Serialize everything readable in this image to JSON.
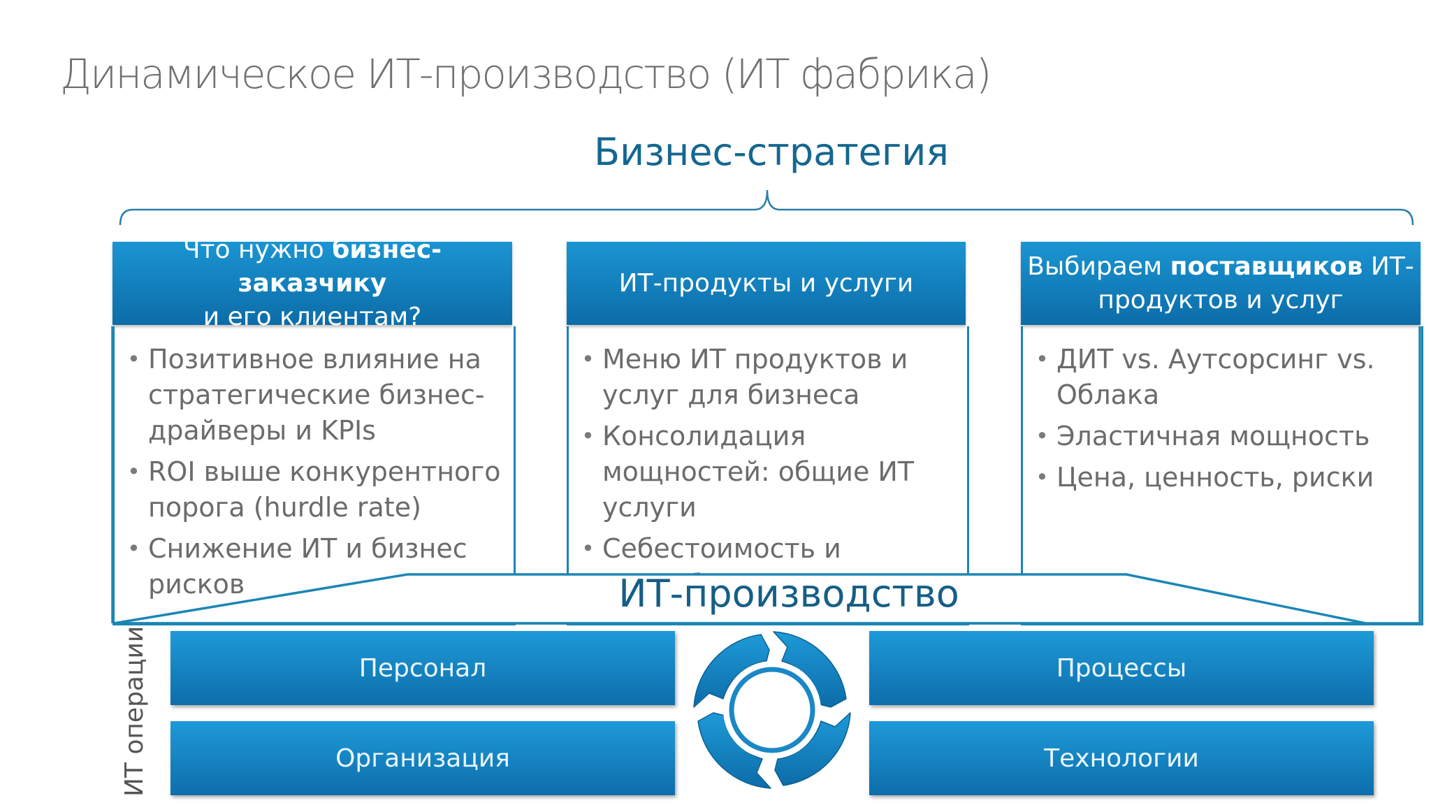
{
  "title": "Динамическое ИТ-производство (ИТ фабрика)",
  "strategy": "Бизнес-стратегия",
  "columns": [
    {
      "header_pre": "Что нужно ",
      "header_bold": "бизнес-заказчику",
      "header_post": "и его клиентам?",
      "bullets": [
        "Позитивное влияние на стратегические бизнес-драйверы и KPIs",
        "ROI выше конкурентного порога (hurdle rate)",
        "Снижение ИТ и бизнес рисков"
      ]
    },
    {
      "header_pre": "ИТ-продукты и услуги",
      "header_bold": "",
      "header_post": "",
      "bullets": [
        "Меню ИТ продуктов и услуг для бизнеса",
        "Консолидация мощностей: общие ИТ услуги",
        "Себестоимость и ценообразование"
      ]
    },
    {
      "header_pre": "Выбираем ",
      "header_bold": "поставщиков",
      "header_post": " ИТ-продуктов и услуг",
      "bullets": [
        "ДИТ vs. Аутсорсинг vs. Облака",
        "Эластичная мощность",
        "Цена, ценность, риски"
      ]
    }
  ],
  "production": "ИТ-производство",
  "operations_label": "ИТ операции",
  "blocks": {
    "personnel": "Персонал",
    "processes": "Процессы",
    "organization": "Организация",
    "technologies": "Технологии"
  },
  "colors": {
    "primary_blue": "#1a95d2",
    "dark_blue": "#0c6ca8",
    "outline": "#1b86b6",
    "title_gray": "#707070"
  },
  "icons": {
    "cycle": "cycle-arrows-icon"
  }
}
